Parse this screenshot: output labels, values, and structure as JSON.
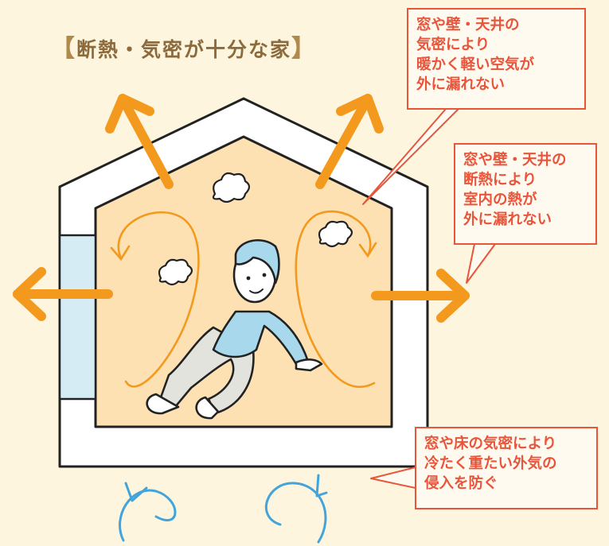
{
  "title": {
    "bracket_open": "【",
    "text": "断熱・気密が十分な家",
    "bracket_close": "】"
  },
  "callouts": [
    {
      "lines": [
        "窓や壁・天井の",
        "気密により",
        "暖かく軽い空気が",
        "外に漏れない"
      ]
    },
    {
      "lines": [
        "窓や壁・天井の",
        "断熱により",
        "室内の熱が",
        "外に漏れない"
      ]
    },
    {
      "lines": [
        "窓や床の気密により",
        "冷たく重たい外気の",
        "侵入を防ぐ"
      ]
    }
  ],
  "colors": {
    "background": "#fdf5de",
    "interior": "#fde1b3",
    "heat_arrow": "#f39a1e",
    "cold_arrow": "#43a4dc",
    "callout": "#e8553a",
    "window": "#d6ecf5",
    "title": "#8c6a3c"
  }
}
